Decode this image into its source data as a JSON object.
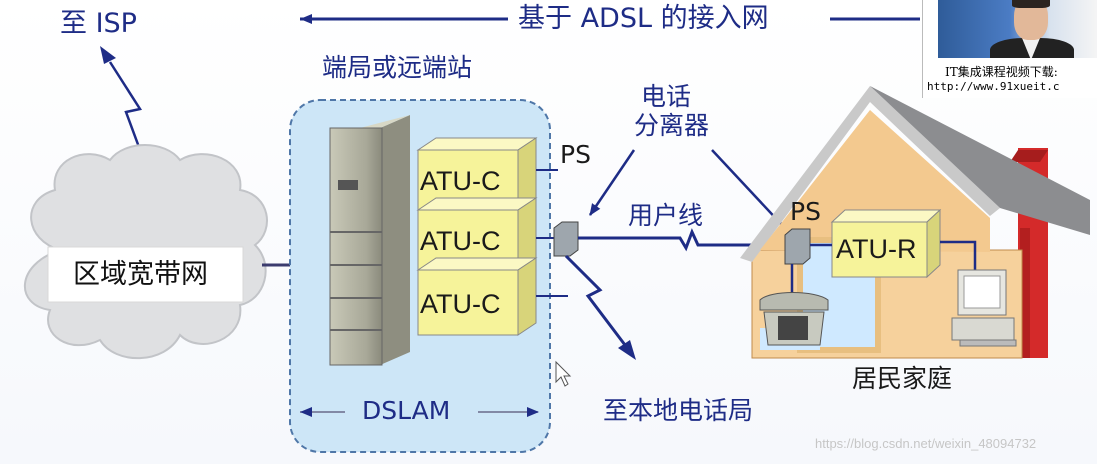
{
  "title": "基于 ADSL 的接入网",
  "isp_label": "至 ISP",
  "station_label": "端局或远端站",
  "cloud_label": "区域宽带网",
  "atu_c_labels": [
    "ATU-C",
    "ATU-C",
    "ATU-C"
  ],
  "dslam_label": "DSLAM",
  "ps_central": "PS",
  "ps_home": "PS",
  "splitter_label": [
    "电话",
    "分离器"
  ],
  "user_line_label": "用户线",
  "local_exchange_label": "至本地电话局",
  "atu_r_label": "ATU-R",
  "home_label": "居民家庭",
  "video_overlay": {
    "line1": "IT集成课程视频下载:",
    "line2": "http://www.91xueit.c"
  },
  "watermark": "https://blog.csdn.net/weixin_48094732",
  "colors": {
    "line": "#1e2c86",
    "atu_box": "#f6f39a",
    "dslam_bg": "#cde6f7",
    "house_wall": "#f6d19c",
    "roof": "#8c8d90",
    "chimney": "#d42a2a"
  }
}
